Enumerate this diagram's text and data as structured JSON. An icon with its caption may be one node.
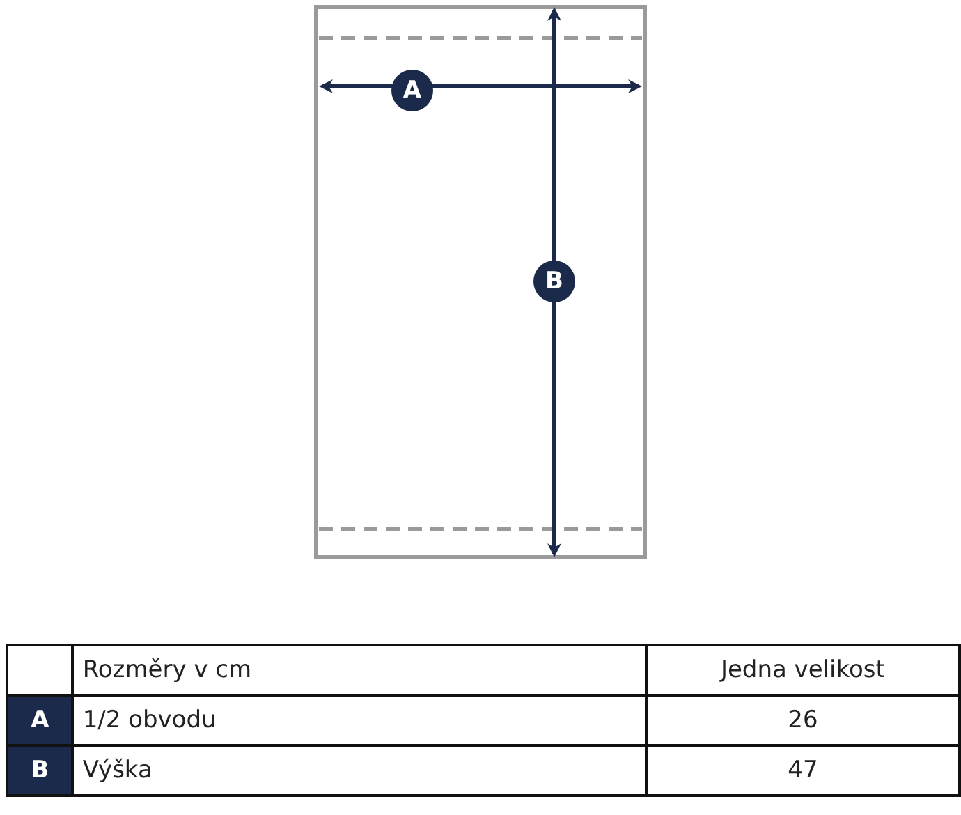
{
  "diagram": {
    "labels": [
      "A",
      "B",
      "Rozměry v cm",
      "Jedna velikost",
      "A",
      "1/2 obvodu",
      "26",
      "B",
      "Výška",
      "47"
    ]
  }
}
